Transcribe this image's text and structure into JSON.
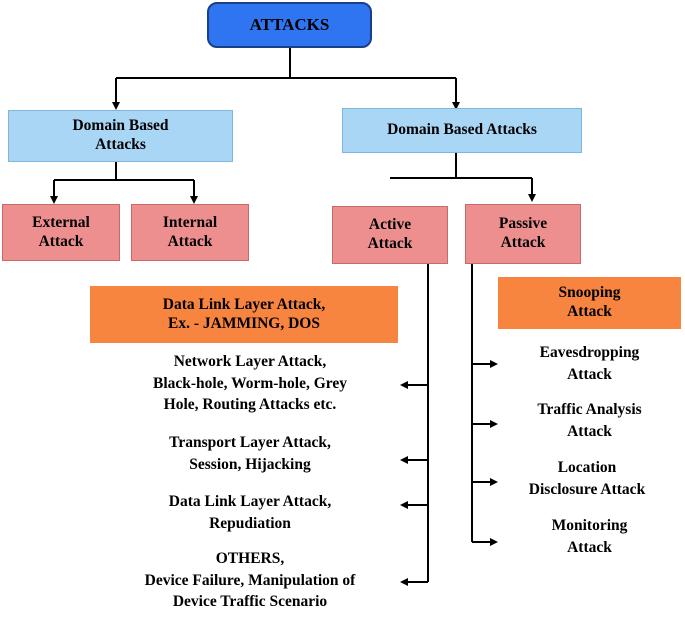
{
  "root": {
    "label": "ATTACKS"
  },
  "domain_left": {
    "lines": [
      "Domain Based",
      "Attacks"
    ]
  },
  "domain_right": {
    "label": "Domain Based Attacks"
  },
  "external": {
    "lines": [
      "External",
      "Attack"
    ]
  },
  "internal": {
    "lines": [
      "Internal",
      "Attack"
    ]
  },
  "active": {
    "lines": [
      "Active",
      "Attack"
    ]
  },
  "passive": {
    "lines": [
      "Passive",
      "Attack"
    ]
  },
  "active_header": {
    "lines": [
      "Data Link Layer Attack,",
      "Ex. - JAMMING, DOS"
    ]
  },
  "active_items": [
    {
      "lines": [
        "Network Layer Attack,",
        "Black-hole, Worm-hole, Grey",
        "Hole, Routing Attacks etc."
      ]
    },
    {
      "lines": [
        "Transport Layer Attack,",
        "Session, Hijacking"
      ]
    },
    {
      "lines": [
        "Data Link Layer Attack,",
        "Repudiation"
      ]
    },
    {
      "lines": [
        "OTHERS,",
        "Device Failure, Manipulation of",
        "Device Traffic Scenario"
      ]
    }
  ],
  "passive_header": {
    "lines": [
      "Snooping",
      "Attack"
    ]
  },
  "passive_items": [
    {
      "lines": [
        "Eavesdropping",
        "Attack"
      ]
    },
    {
      "lines": [
        "Traffic Analysis",
        "Attack"
      ]
    },
    {
      "lines": [
        "Location",
        "Disclosure Attack"
      ]
    },
    {
      "lines": [
        "Monitoring",
        "Attack"
      ]
    }
  ]
}
